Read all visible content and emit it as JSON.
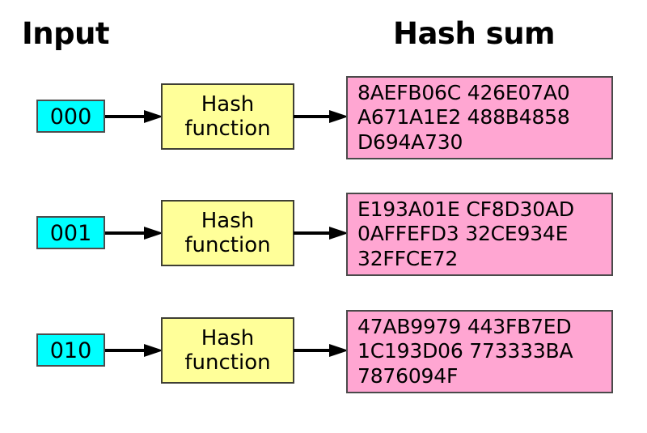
{
  "headings": {
    "input": "Input",
    "hash_sum": "Hash sum"
  },
  "colors": {
    "input_box_fill": "#00FFFF",
    "function_box_fill": "#FFFF99",
    "hash_box_fill": "#FFA6D2",
    "border": "#3A3A3A",
    "text": "#000000",
    "background": "#FFFFFF"
  },
  "function_label": {
    "line1": "Hash",
    "line2": "function"
  },
  "rows": [
    {
      "input": "000",
      "hash_lines": [
        "8AEFB06C 426E07A0",
        "A671A1E2 488B4858",
        "D694A730"
      ]
    },
    {
      "input": "001",
      "hash_lines": [
        "E193A01E CF8D30AD",
        "0AFFEFD3 32CE934E",
        "32FFCE72"
      ]
    },
    {
      "input": "010",
      "hash_lines": [
        "47AB9979 443FB7ED",
        "1C193D06 773333BA",
        "7876094F"
      ]
    }
  ]
}
